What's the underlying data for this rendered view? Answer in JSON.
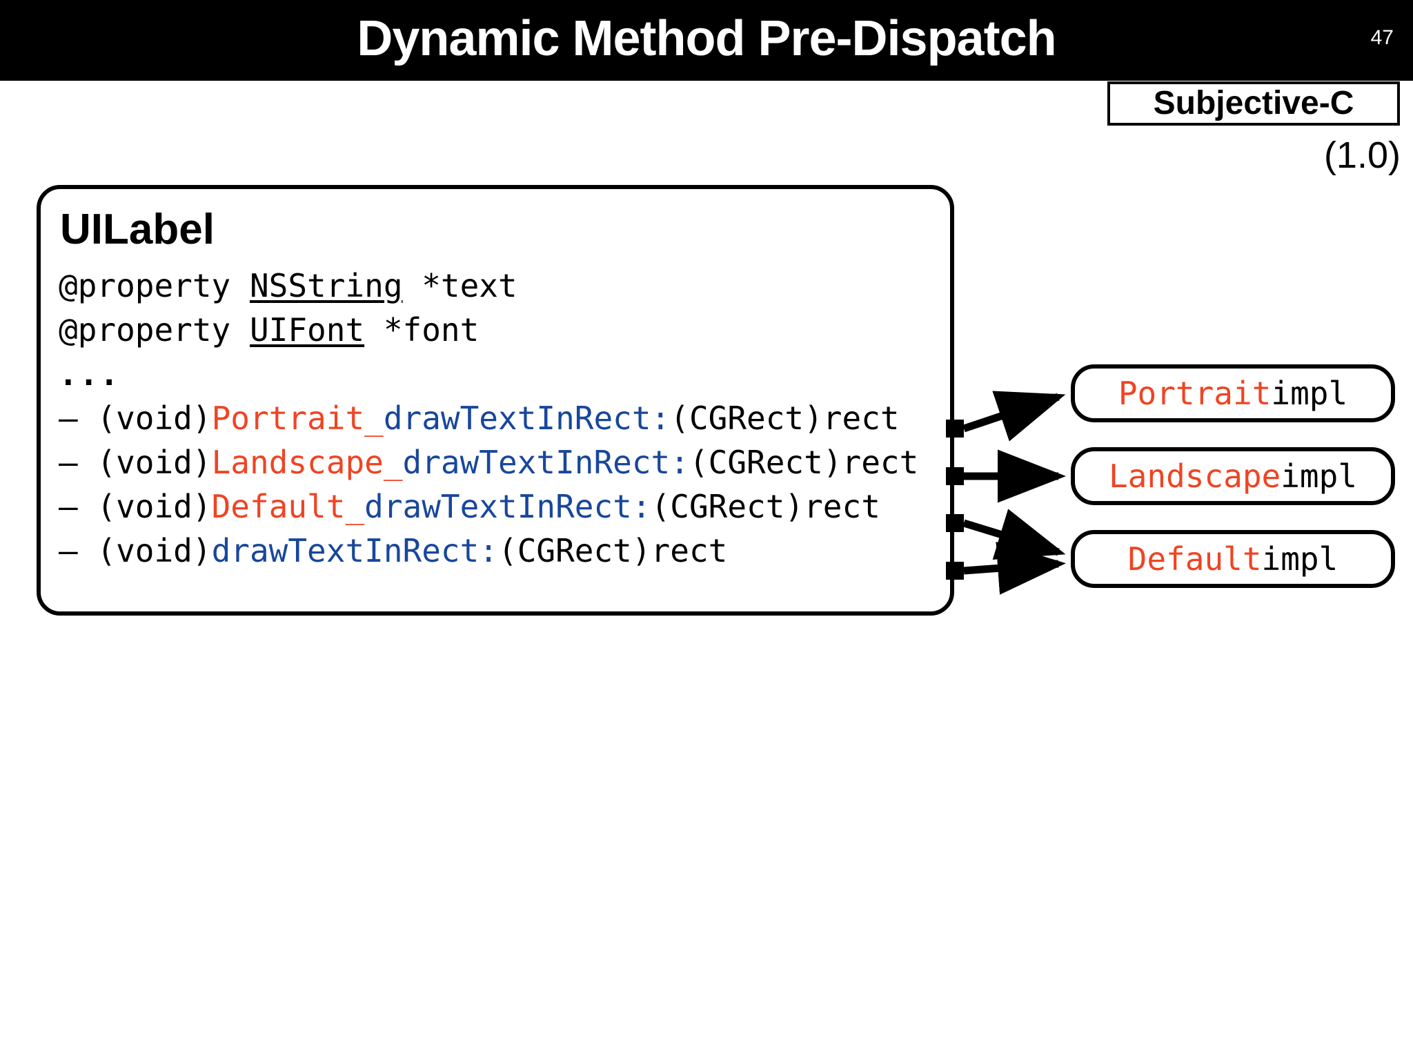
{
  "header": {
    "title": "Dynamic Method Pre-Dispatch",
    "slide_number": "47",
    "background_color": "#000000",
    "text_color": "#ffffff"
  },
  "badge": {
    "label": "Subjective-C",
    "version": "(1.0)"
  },
  "colors": {
    "orange": "#EF4423",
    "blue": "#18479B",
    "black": "#000000",
    "white": "#ffffff"
  },
  "class_card": {
    "class_name": "UILabel",
    "properties": [
      {
        "keyword": "@property ",
        "type": "NSString",
        "suffix": " *text"
      },
      {
        "keyword": "@property ",
        "type": "UIFont",
        "suffix": " *font"
      }
    ],
    "ellipsis": "...",
    "methods": [
      {
        "dash": "–",
        "ret": " (void)",
        "prefix": "Portrait_",
        "selector": "drawTextInRect:",
        "args": "(CGRect)rect"
      },
      {
        "dash": "–",
        "ret": " (void)",
        "prefix": "Landscape_",
        "selector": "drawTextInRect:",
        "args": "(CGRect)rect"
      },
      {
        "dash": "–",
        "ret": " (void)",
        "prefix": "Default_",
        "selector": "drawTextInRect:",
        "args": "(CGRect)rect"
      },
      {
        "dash": "–",
        "ret": " (void)",
        "prefix": "",
        "selector": "drawTextInRect:",
        "args": "(CGRect)rect"
      }
    ]
  },
  "impl_boxes": [
    {
      "name": "Portrait",
      "suffix": " impl"
    },
    {
      "name": "Landscape",
      "suffix": " impl"
    },
    {
      "name": "Default",
      "suffix": " impl"
    }
  ]
}
